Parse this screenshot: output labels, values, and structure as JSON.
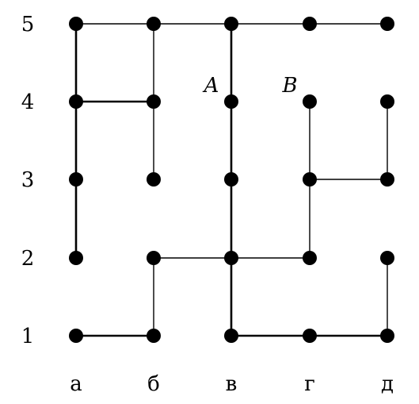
{
  "columns": [
    "а",
    "б",
    "в",
    "г",
    "д"
  ],
  "rows": [
    "1",
    "2",
    "3",
    "4",
    "5"
  ],
  "point_labels": [
    {
      "text": "A",
      "col": 2,
      "row": 3
    },
    {
      "text": "B",
      "col": 3,
      "row": 3
    }
  ],
  "edges": [
    {
      "from": [
        0,
        4
      ],
      "to": [
        4,
        4
      ],
      "weight": "thin"
    },
    {
      "from": [
        0,
        4
      ],
      "to": [
        0,
        1
      ],
      "weight": "thick"
    },
    {
      "from": [
        0,
        3
      ],
      "to": [
        1,
        3
      ],
      "weight": "thick"
    },
    {
      "from": [
        1,
        4
      ],
      "to": [
        1,
        2
      ],
      "weight": "thin"
    },
    {
      "from": [
        2,
        4
      ],
      "to": [
        2,
        0
      ],
      "weight": "thick"
    },
    {
      "from": [
        3,
        3
      ],
      "to": [
        3,
        1
      ],
      "weight": "thin"
    },
    {
      "from": [
        3,
        2
      ],
      "to": [
        4,
        2
      ],
      "weight": "thin"
    },
    {
      "from": [
        4,
        3
      ],
      "to": [
        4,
        2
      ],
      "weight": "thin"
    },
    {
      "from": [
        1,
        1
      ],
      "to": [
        3,
        1
      ],
      "weight": "thin"
    },
    {
      "from": [
        1,
        1
      ],
      "to": [
        1,
        0
      ],
      "weight": "thin"
    },
    {
      "from": [
        0,
        0
      ],
      "to": [
        1,
        0
      ],
      "weight": "thick"
    },
    {
      "from": [
        2,
        0
      ],
      "to": [
        4,
        0
      ],
      "weight": "thick"
    },
    {
      "from": [
        4,
        1
      ],
      "to": [
        4,
        0
      ],
      "weight": "thin"
    }
  ]
}
